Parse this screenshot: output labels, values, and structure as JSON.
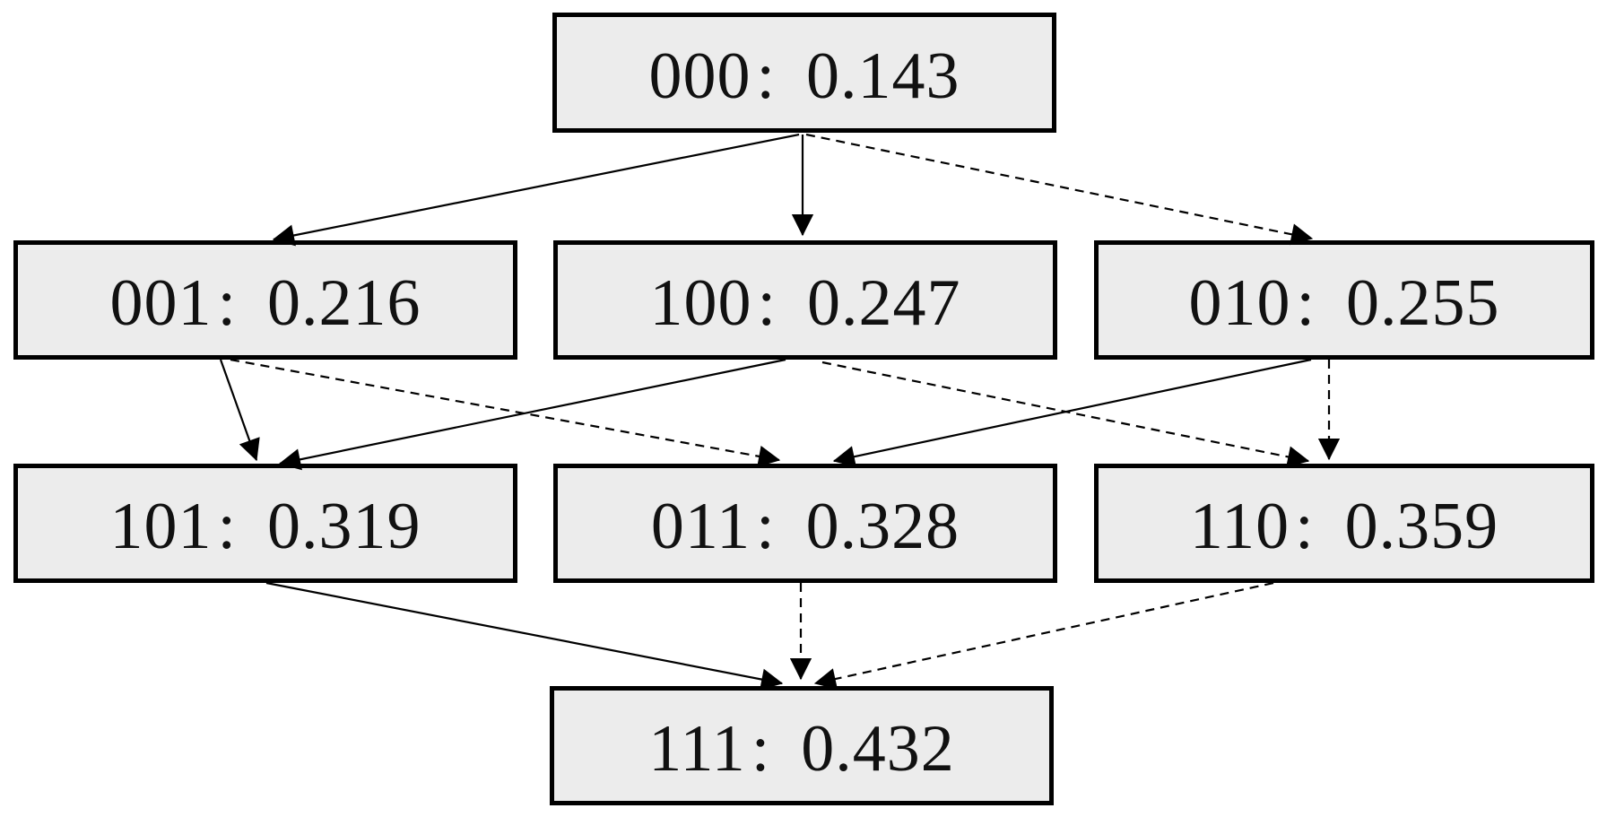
{
  "figure": {
    "title": "state-lattice-diagram",
    "background": "#ffffff",
    "node_fill": "#ececec",
    "node_border_color": "#000000",
    "edge_color": "#000000",
    "colon": ":",
    "nodes": [
      {
        "id": "000",
        "code": "000",
        "value": "0.143"
      },
      {
        "id": "001",
        "code": "001",
        "value": "0.216"
      },
      {
        "id": "100",
        "code": "100",
        "value": "0.247"
      },
      {
        "id": "010",
        "code": "010",
        "value": "0.255"
      },
      {
        "id": "101",
        "code": "101",
        "value": "0.319"
      },
      {
        "id": "011",
        "code": "011",
        "value": "0.328"
      },
      {
        "id": "110",
        "code": "110",
        "value": "0.359"
      },
      {
        "id": "111",
        "code": "111",
        "value": "0.432"
      }
    ],
    "edges": [
      {
        "from": "000",
        "to": "001",
        "style": "solid"
      },
      {
        "from": "000",
        "to": "100",
        "style": "solid"
      },
      {
        "from": "000",
        "to": "010",
        "style": "dashed"
      },
      {
        "from": "001",
        "to": "101",
        "style": "solid"
      },
      {
        "from": "001",
        "to": "011",
        "style": "dashed"
      },
      {
        "from": "100",
        "to": "101",
        "style": "solid"
      },
      {
        "from": "100",
        "to": "110",
        "style": "dashed"
      },
      {
        "from": "010",
        "to": "011",
        "style": "solid"
      },
      {
        "from": "010",
        "to": "110",
        "style": "dashed"
      },
      {
        "from": "101",
        "to": "111",
        "style": "solid"
      },
      {
        "from": "011",
        "to": "111",
        "style": "dashed"
      },
      {
        "from": "110",
        "to": "111",
        "style": "dashed"
      }
    ]
  }
}
